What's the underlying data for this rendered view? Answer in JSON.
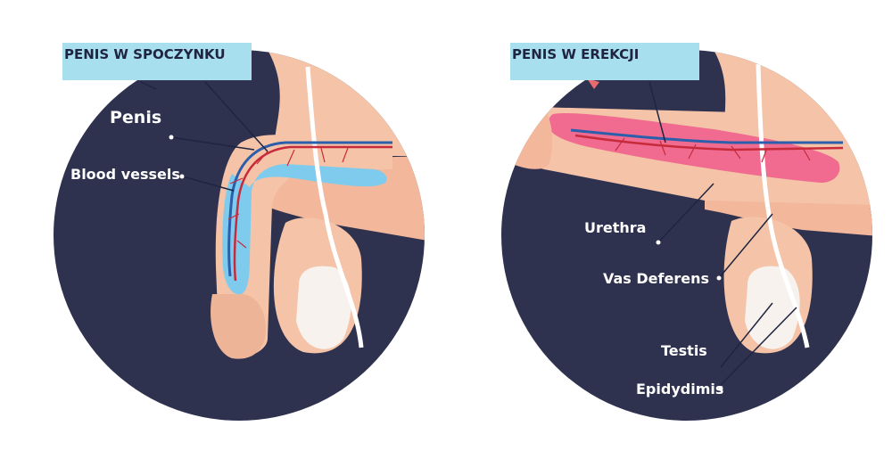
{
  "left_panel": {
    "title": "PENIS W SPOCZYNKU",
    "labels": {
      "penis": "Penis",
      "blood_vessels": "Blood vessels"
    }
  },
  "right_panel": {
    "title": "PENIS W EREKCJI",
    "labels": {
      "urethra": "Urethra",
      "vas_deferens": "Vas Deferens",
      "testis": "Testis",
      "epididymis": "Epidydimis"
    }
  },
  "colors": {
    "background_circle": "#2f324f",
    "skin": "#f5c3a7",
    "skin_dark": "#e8a98c",
    "testis_white": "#f7f2ee",
    "corpus_relaxed": "#7fcbee",
    "corpus_erect": "#f06b8f",
    "vein": "#2b5fab",
    "artery": "#c72b3b",
    "banner": "#a8dfee"
  }
}
